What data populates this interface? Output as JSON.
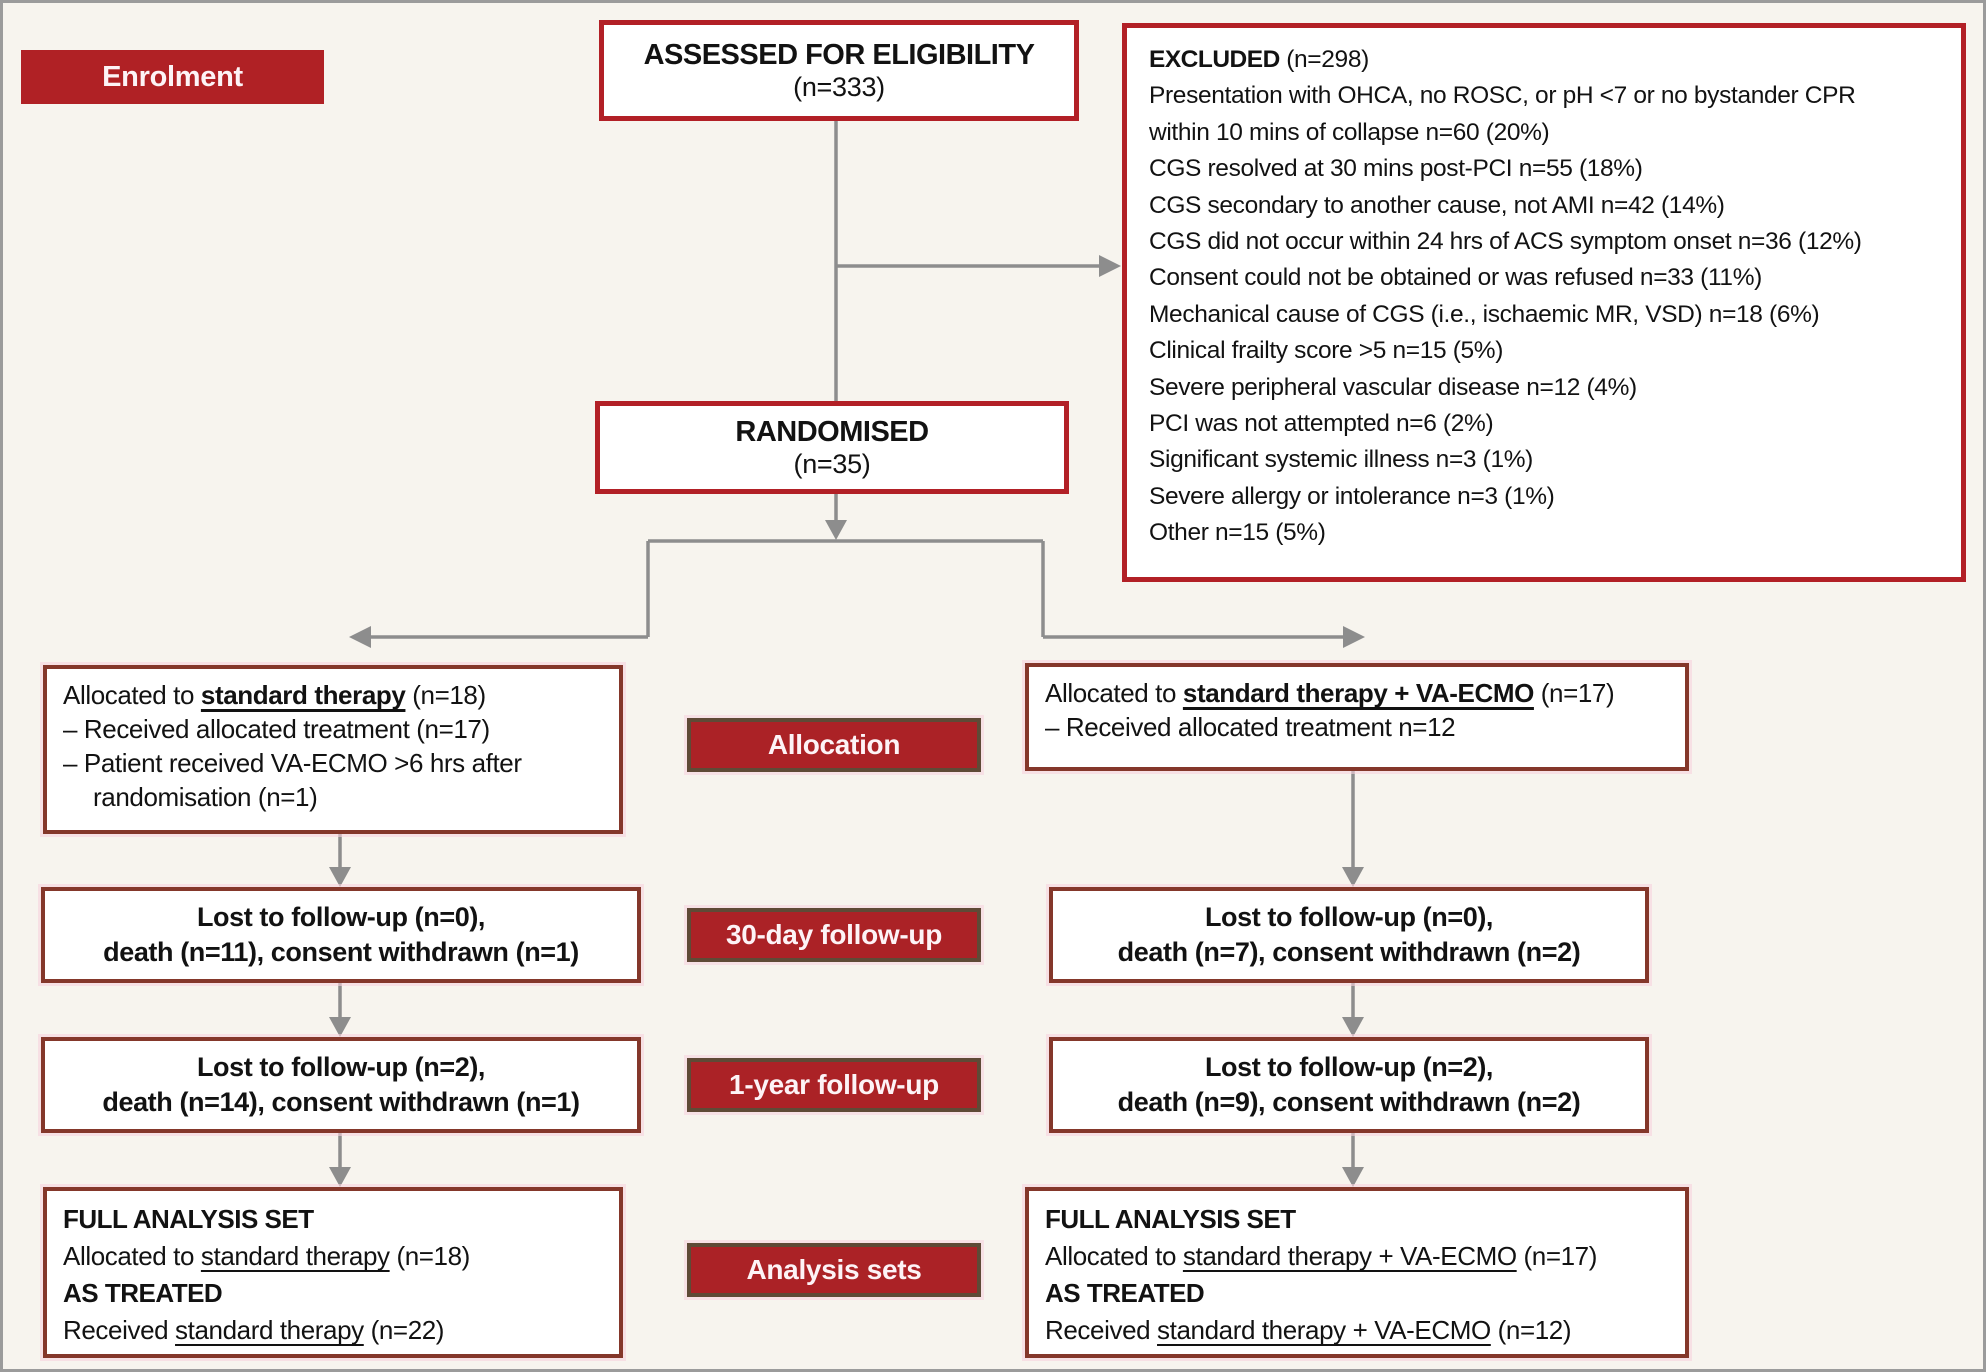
{
  "colors": {
    "background": "#f7f4ee",
    "accent_red": "#b22026",
    "box_border_maroon": "#84372a",
    "badge_border_brown": "#5e4a36",
    "arrow_gray": "#8d8d8d"
  },
  "stages": {
    "enrolment": "Enrolment",
    "allocation": "Allocation",
    "followup_30day": "30-day follow-up",
    "followup_1year": "1-year follow-up",
    "analysis": "Analysis sets"
  },
  "assessed": {
    "title": "ASSESSED FOR ELIGIBILITY",
    "n": "(n=333)"
  },
  "randomised": {
    "title": "RANDOMISED",
    "n": "(n=35)"
  },
  "excluded": {
    "title": "EXCLUDED",
    "n": " (n=298)",
    "lines": [
      "Presentation with OHCA, no ROSC, or pH <7 or no bystander CPR",
      "within 10 mins of collapse n=60 (20%)",
      "CGS resolved at 30 mins post-PCI n=55 (18%)",
      "CGS secondary to another cause, not AMI n=42 (14%)",
      "CGS did not occur within 24 hrs of ACS symptom onset n=36 (12%)",
      "Consent could not be obtained or was refused n=33 (11%)",
      "Mechanical cause of CGS (i.e., ischaemic MR, VSD) n=18 (6%)",
      "Clinical frailty score >5 n=15 (5%)",
      "Severe peripheral vascular disease n=12 (4%)",
      "PCI was not attempted n=6 (2%)",
      "Significant systemic illness n=3 (1%)",
      "Severe allergy or intolerance n=3 (1%)",
      "Other n=15 (5%)"
    ]
  },
  "alloc_left": {
    "prefix": "Allocated to ",
    "treatment": "standard therapy",
    "suffix": " (n=18)",
    "line2": "– Received allocated treatment (n=17)",
    "line3": "– Patient received VA-ECMO >6 hrs after",
    "line4": "randomisation (n=1)"
  },
  "alloc_right": {
    "prefix": "Allocated to ",
    "treatment": "standard therapy + VA-ECMO",
    "suffix": " (n=17)",
    "line2": "– Received allocated treatment n=12"
  },
  "followup30_left": {
    "line1": "Lost to follow-up (n=0),",
    "line2": "death (n=11), consent withdrawn (n=1)"
  },
  "followup30_right": {
    "line1": "Lost to follow-up (n=0),",
    "line2": "death (n=7), consent withdrawn (n=2)"
  },
  "followup1y_left": {
    "line1": "Lost to follow-up (n=2),",
    "line2": "death (n=14), consent withdrawn (n=1)"
  },
  "followup1y_right": {
    "line1": "Lost to follow-up (n=2),",
    "line2": "death (n=9), consent withdrawn (n=2)"
  },
  "analysis_left": {
    "h1": "FULL ANALYSIS SET",
    "l1_prefix": "Allocated to ",
    "l1_u": "standard therapy",
    "l1_suffix": " (n=18)",
    "h2": "AS TREATED",
    "l2_prefix": "Received ",
    "l2_u": "standard therapy",
    "l2_suffix": " (n=22)"
  },
  "analysis_right": {
    "h1": "FULL ANALYSIS SET",
    "l1_prefix": "Allocated to ",
    "l1_u": "standard therapy + VA-ECMO",
    "l1_suffix": " (n=17)",
    "h2": "AS TREATED",
    "l2_prefix": "Received ",
    "l2_u": "standard therapy + VA-ECMO",
    "l2_suffix": " (n=12)"
  }
}
